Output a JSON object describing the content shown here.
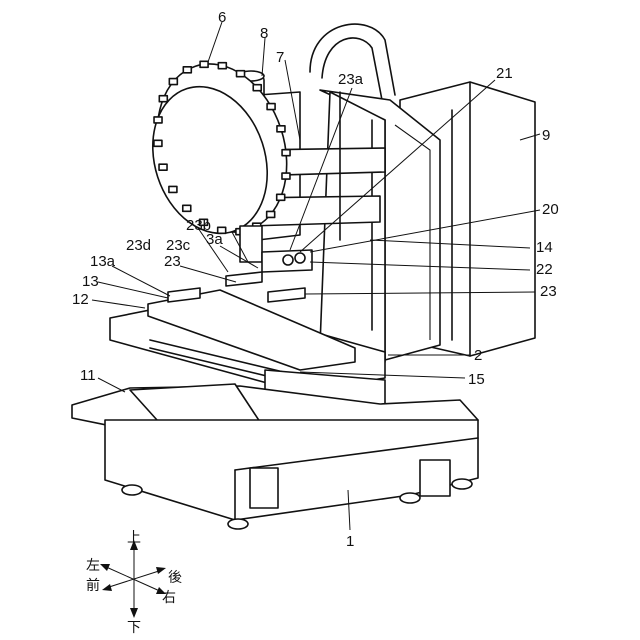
{
  "labels": {
    "l6": "6",
    "l8": "8",
    "l7": "7",
    "l23a_top": "23a",
    "l21": "21",
    "l9": "9",
    "l20": "20",
    "l23b": "23b",
    "l3a": "3a",
    "l23d": "23d",
    "l23c": "23c",
    "l14": "14",
    "l13a": "13a",
    "l23_left": "23",
    "l22": "22",
    "l13": "13",
    "l23_right": "23",
    "l12": "12",
    "l2": "2",
    "l11": "11",
    "l15": "15",
    "l1": "1"
  },
  "directions": {
    "up": "上",
    "down": "下",
    "left": "左",
    "front": "前",
    "back": "後",
    "right": "右"
  }
}
